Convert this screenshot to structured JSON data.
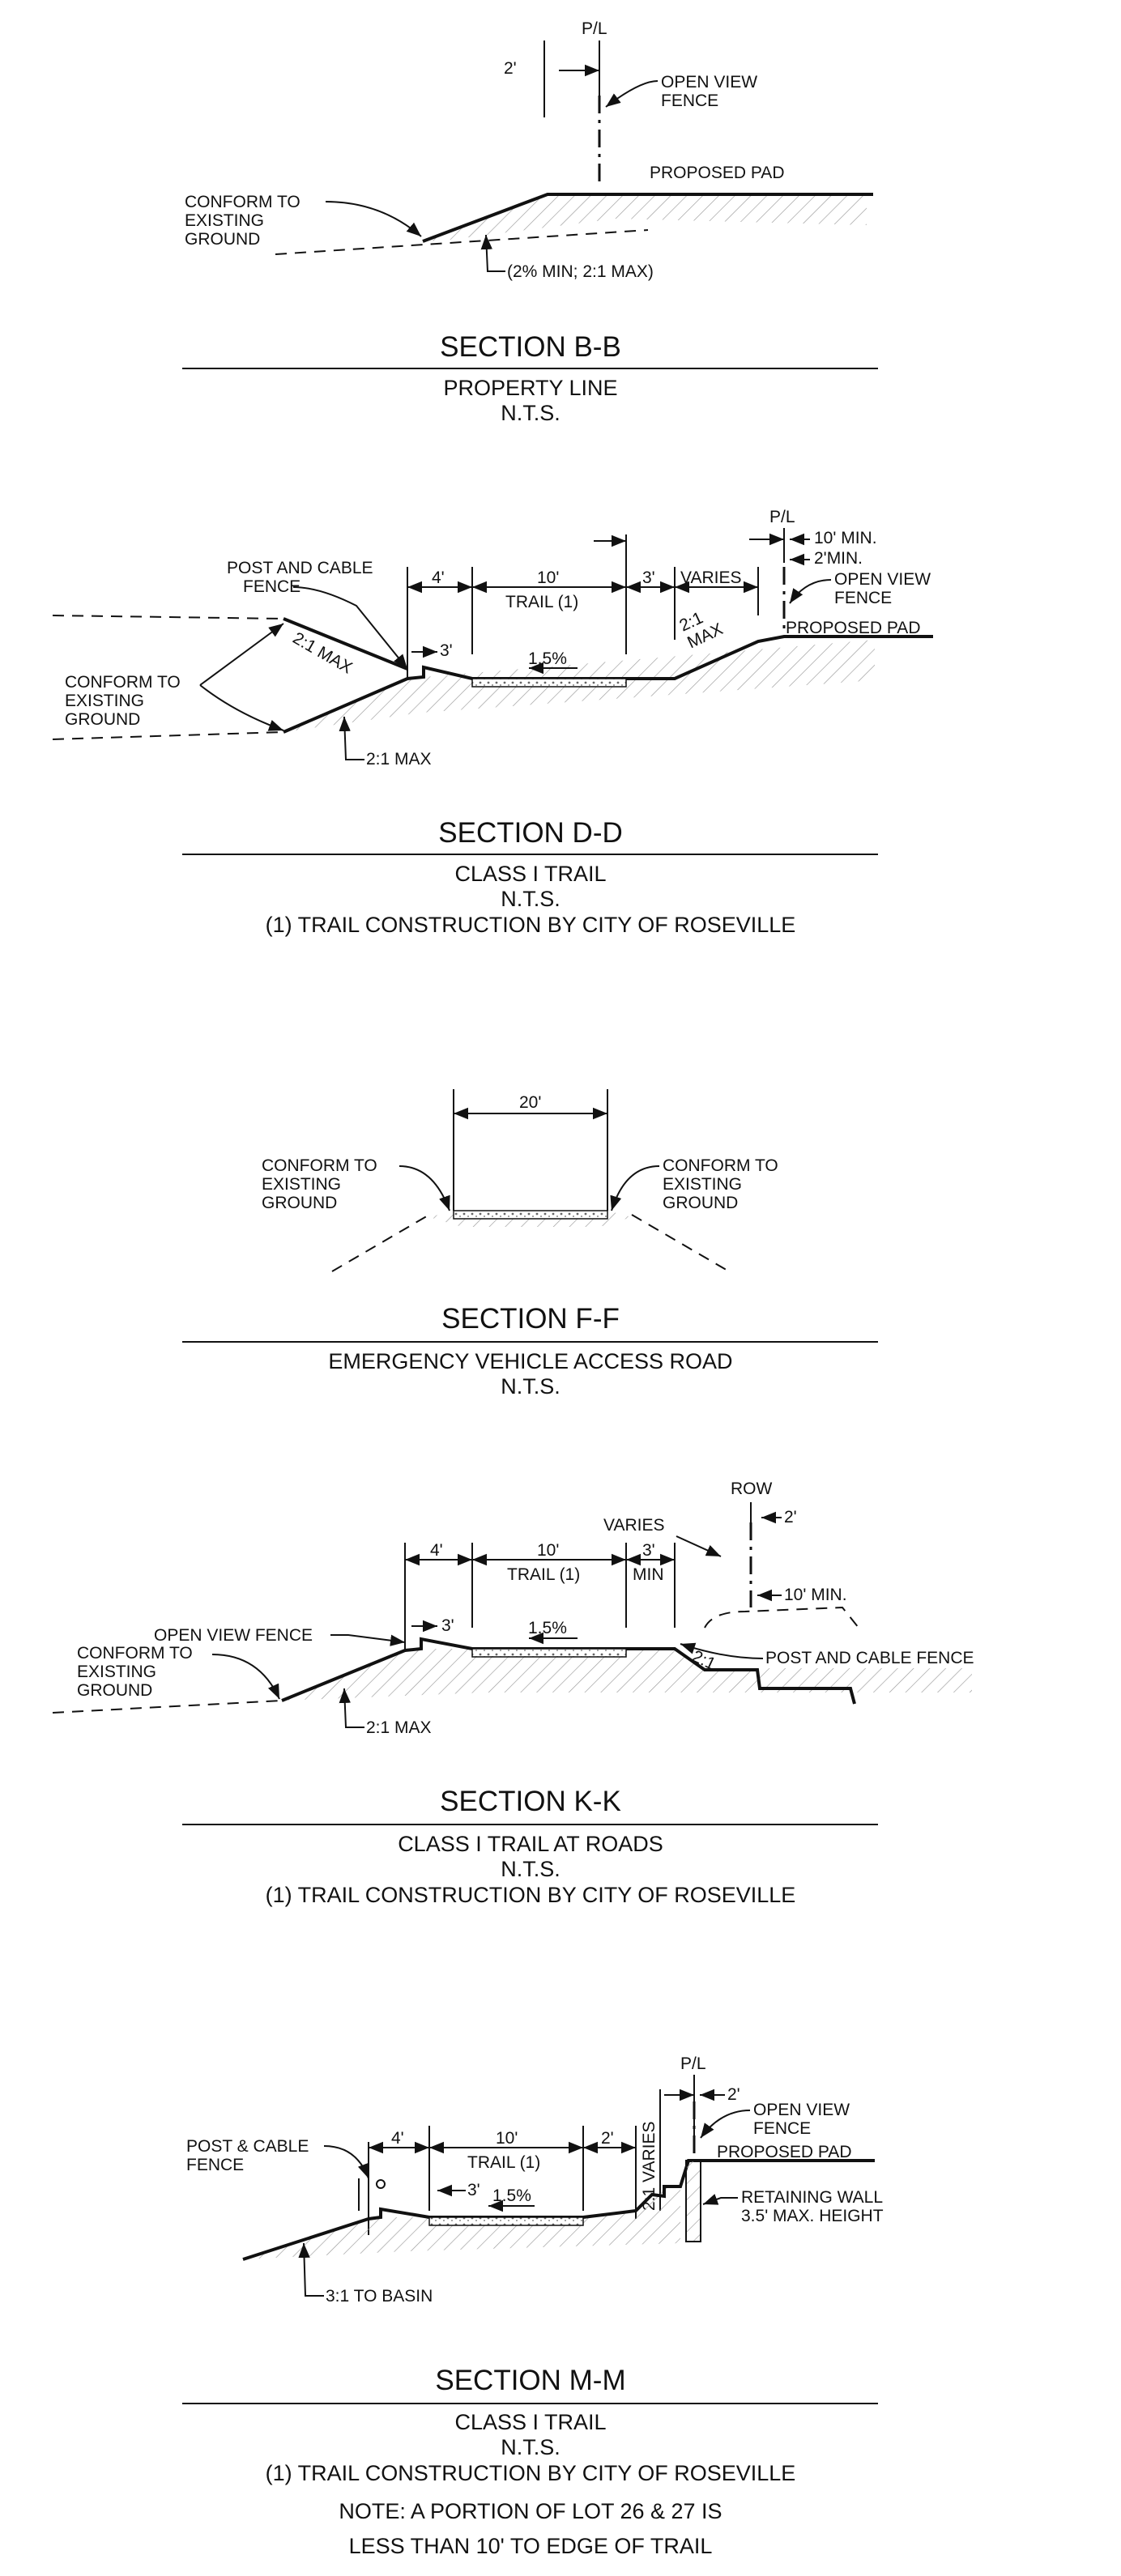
{
  "sections": [
    {
      "id": "b",
      "title": "SECTION B-B",
      "subtitles": [
        "PROPERTY LINE",
        "N.T.S."
      ],
      "labels": {
        "pl": "P/L",
        "dim_2": "2'",
        "open_view_fence": [
          "OPEN VIEW",
          "FENCE"
        ],
        "proposed_pad": "PROPOSED PAD",
        "conform": [
          "CONFORM TO",
          "EXISTING",
          "GROUND"
        ],
        "slope": "(2% MIN; 2:1 MAX)"
      }
    },
    {
      "id": "d",
      "title": "SECTION D-D",
      "subtitles": [
        "CLASS I TRAIL",
        "N.T.S.",
        "(1) TRAIL CONSTRUCTION BY CITY OF ROSEVILLE"
      ],
      "labels": {
        "pl": "P/L",
        "ten_min": "10' MIN.",
        "two_min": "2'MIN.",
        "post_cable": [
          "POST AND CABLE",
          "FENCE"
        ],
        "dim_4": "4'",
        "dim_10": "10'",
        "dim_3": "3'",
        "varies": "VARIES",
        "trail": "TRAIL (1)",
        "dim_3b": "3'",
        "grade": "1.5%",
        "slope_left": "2:1 MAX",
        "slope_right": [
          "2:1",
          "MAX"
        ],
        "open_view_fence": [
          "OPEN VIEW",
          "FENCE"
        ],
        "proposed_pad": "PROPOSED PAD",
        "conform": [
          "CONFORM TO",
          "EXISTING",
          "GROUND"
        ],
        "slope_bottom": "2:1 MAX"
      }
    },
    {
      "id": "f",
      "title": "SECTION F-F",
      "subtitles": [
        "EMERGENCY VEHICLE ACCESS ROAD",
        "N.T.S."
      ],
      "labels": {
        "dim_20": "20'",
        "conform_left": [
          "CONFORM TO",
          "EXISTING",
          "GROUND"
        ],
        "conform_right": [
          "CONFORM TO",
          "EXISTING",
          "GROUND"
        ]
      }
    },
    {
      "id": "k",
      "title": "SECTION K-K",
      "subtitles": [
        "CLASS I TRAIL AT ROADS",
        "N.T.S.",
        "(1) TRAIL CONSTRUCTION BY CITY OF ROSEVILLE"
      ],
      "labels": {
        "row": "ROW",
        "dim_2": "2'",
        "varies": "VARIES",
        "dim_4": "4'",
        "dim_10": "10'",
        "dim_3": "3'",
        "trail": "TRAIL (1)",
        "min": "MIN",
        "ten_min": "10' MIN.",
        "open_view_fence": "OPEN VIEW FENCE",
        "dim_3b": "3'",
        "grade": "1.5%",
        "conform": [
          "CONFORM TO",
          "EXISTING",
          "GROUND"
        ],
        "slope_right": "2:1",
        "post_cable": "POST AND CABLE FENCE",
        "slope_bottom": "2:1 MAX"
      }
    },
    {
      "id": "m",
      "title": "SECTION M-M",
      "subtitles": [
        "CLASS I TRAIL",
        "N.T.S.",
        "(1) TRAIL CONSTRUCTION BY CITY OF ROSEVILLE",
        "NOTE: A PORTION OF LOT 26 & 27 IS",
        "LESS THAN 10' TO EDGE OF TRAIL"
      ],
      "labels": {
        "pl": "P/L",
        "dim_2_top": "2'",
        "dim_4": "4'",
        "dim_10": "10'",
        "dim_2": "2'",
        "open_view_fence": [
          "OPEN VIEW",
          "FENCE"
        ],
        "post_cable": [
          "POST & CABLE",
          "FENCE"
        ],
        "trail": "TRAIL (1)",
        "proposed_pad": "PROPOSED PAD",
        "dim_3": "3'",
        "varies": "2:1 VARIES",
        "retaining_wall": [
          "RETAINING WALL",
          "3.5' MAX. HEIGHT"
        ],
        "grade": "1.5%",
        "slope_bottom": "3:1 TO BASIN"
      }
    }
  ]
}
